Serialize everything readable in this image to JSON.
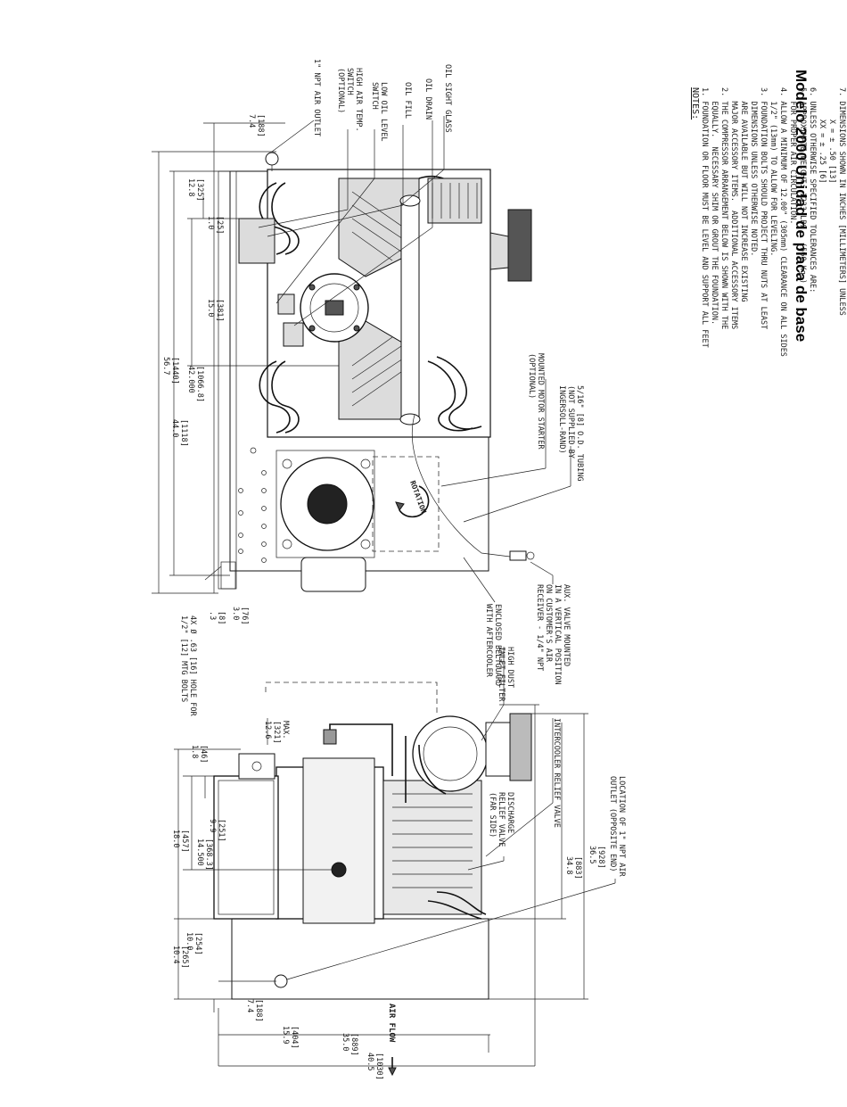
{
  "title": "Modelo 2000 Unidad de placa de base",
  "notes": {
    "heading": "NOTES:",
    "items": [
      "1. FOUNDATION OR FLOOR MUST BE LEVEL AND SUPPORT ALL FEET",
      "   EQUALLY.  NECESSARY SHIM OR GROUT THE FOUNDATION.",
      "2. THE COMPRESSOR ARRANGEMENT BELOW IS SHOWN WITH THE",
      "   MAJOR ACCESSORY ITEMS.  ADDITIONAL ACCESSORY ITEMS",
      "   ARE AVAILABLE BUT WILL NOT INCREASE EXISTING",
      "   DIMENSIONS UNLESS OTHERWISE NOTED.",
      "3. FOUNDATION BOLTS SHOULD PROJECT THRU NUTS AT LEAST",
      "   1/2\" (13mm) TO ALLOW FOR LEVELING.",
      "4. ALLOW A MINIMUM OF 12.00\" (305mm) CLEARANCE ON ALL SIDES",
      "   FOR PROPER AIR CIRCULATION.",
      "5. APPROXIMATE WEIGHT: 1233 LBS.  (560 Kg.)",
      "6. UNLESS OTHERWISE SPECIFIED TOLERANCES ARE:",
      "       XX = ± .25 [6]",
      "       X = ± .50 [13]",
      "7. DIMENSIONS SHOWN IN INCHES [MILLIMETERS] UNLESS",
      "   OTHERWISE SPECIFIED."
    ]
  },
  "plan_view": {
    "callouts": {
      "oil_sight_glass": "OIL SIGHT GLASS",
      "oil_drain": "OIL DRAIN",
      "oil_fill": "OIL FILL",
      "low_oil_level": [
        "LOW OIL LEVEL",
        "SWITCH"
      ],
      "high_air_temp": [
        "HIGH AIR TEMP.",
        "SWITCH",
        "(OPTIONAL)"
      ],
      "npt_air_outlet": "1\" NPT AIR OUTLET",
      "motor_starter": [
        "MOUNTED MOTOR STARTER",
        "(OPTIONAL)"
      ],
      "tubing": [
        "5/16\" [8] O.D. TUBING",
        "(NOT SUPPLIED BY",
        "INGERSOLL-RAND)"
      ],
      "aux_valve": [
        "AUX. VALVE MOUNTED",
        "IN A VERTICAL POSITION",
        "ON CUSTOMER'S AIR",
        "RECEIVER - 1/4\" NPT"
      ],
      "beltguard": [
        "ENCLOSED BELTGUARD",
        "WITH AFTERCOOLER"
      ],
      "mounting_holes": [
        "4X Ø .63 [16] HOLE FOR",
        "1/2\" [12] MTG BOLTS"
      ],
      "rotation": "ROTATION"
    },
    "dimensions": {
      "d_7_4": [
        "7.4",
        "[188]"
      ],
      "d_12_8": [
        "12.8",
        "[325]"
      ],
      "d_1_0": [
        "1.0",
        "[25]"
      ],
      "d_15_0": [
        "15.0",
        "[381]"
      ],
      "d_42_000": [
        "42.000",
        "[1066.8]"
      ],
      "d_44_0": [
        "44.0",
        "[1118]"
      ],
      "d_56_7": [
        "56.7",
        "[1440]"
      ],
      "d_3_0": [
        "3.0",
        "[76]"
      ],
      "d_0_3": [
        ".3",
        "[8]"
      ]
    }
  },
  "end_view": {
    "callouts": {
      "inlet_filter": [
        "HIGH DUST",
        "INLET FILTER"
      ],
      "intercooler_relief": "INTERCOOLER RELIEF VALVE",
      "discharge_relief": [
        "DISCHARGE",
        "RELIEF VALVE",
        "(FAR SIDE)"
      ],
      "outlet_location": [
        "LOCATION OF 1\" NPT AIR",
        "OUTLET (OPPOSITE END)"
      ],
      "air_flow": "AIR FLOW"
    },
    "dimensions": {
      "d_12_6": [
        "12.6",
        "[321]",
        "MAX."
      ],
      "d_1_8": [
        "1.8",
        "[46]"
      ],
      "d_9_9": [
        "9.9",
        "[251]"
      ],
      "d_14_500": [
        "14.500",
        "[368.3]"
      ],
      "d_18_0": [
        "18.0",
        "[457]"
      ],
      "d_10_0": [
        "10.0",
        "[254]"
      ],
      "d_10_4": [
        "10.4",
        "[265]"
      ],
      "d_7_4": [
        "7.4",
        "[188]"
      ],
      "d_15_9": [
        "15.9",
        "[404]"
      ],
      "d_35_0": [
        "35.0",
        "[889]"
      ],
      "d_40_5": [
        "40.5",
        "[1030]"
      ],
      "d_36_5": [
        "36.5",
        "[928]"
      ],
      "d_34_8": [
        "34.8",
        "[883]"
      ]
    }
  }
}
